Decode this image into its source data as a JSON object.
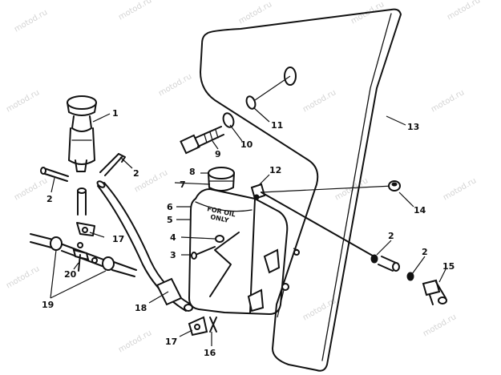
{
  "watermark": "motod.ru",
  "tank_text": [
    "FOR OIL",
    "ONLY"
  ],
  "labels": {
    "l1": "1",
    "l2a": "2",
    "l2b": "2",
    "l2c": "2",
    "l2d": "2",
    "l3": "3",
    "l4": "4",
    "l5": "5",
    "l6": "6",
    "l7": "7",
    "l8": "8",
    "l9": "9",
    "l10": "10",
    "l11": "11",
    "l12": "12",
    "l13": "13",
    "l14": "14",
    "l15": "15",
    "l16": "16",
    "l17a": "17",
    "l17b": "17",
    "l18": "18",
    "l19": "19",
    "l20": "20"
  }
}
